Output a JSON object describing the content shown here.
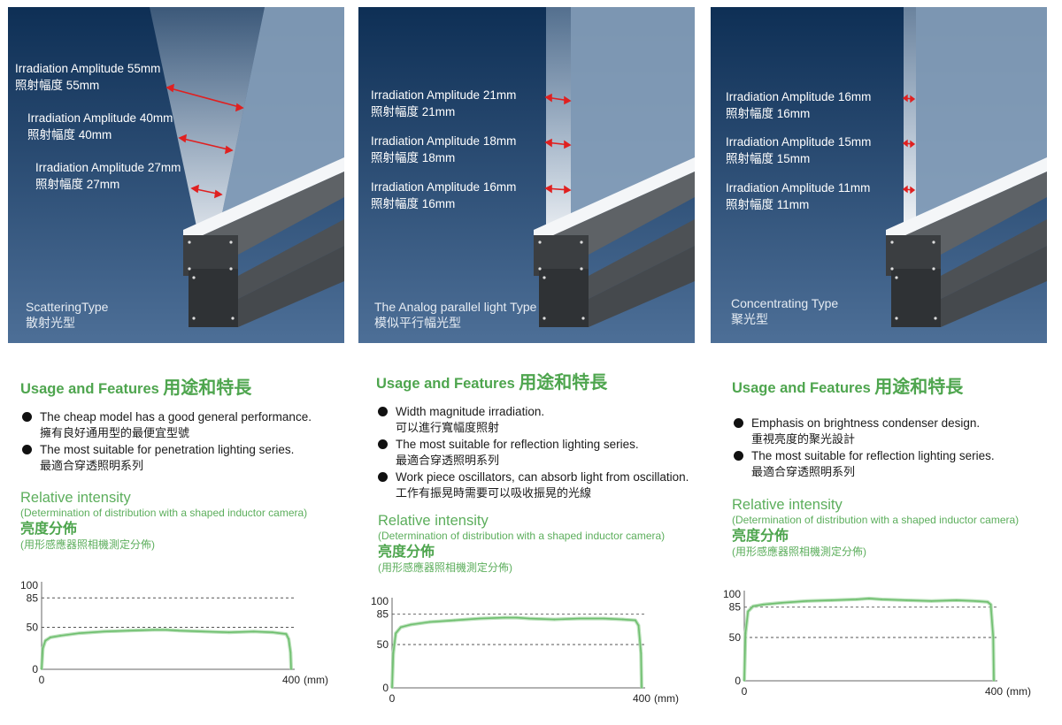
{
  "panels": [
    {
      "type_en": "ScatteringType",
      "type_zh": "散射光型",
      "amplitudes": [
        {
          "en": "Irradiation Amplitude 55mm",
          "zh": "照射幅度 55mm"
        },
        {
          "en": "Irradiation Amplitude 40mm",
          "zh": "照射幅度 40mm"
        },
        {
          "en": "Irradiation Amplitude 27mm",
          "zh": "照射幅度 27mm"
        }
      ],
      "usage_en": "Usage and Features",
      "usage_zh": "用途和特長",
      "features": [
        {
          "en": "The cheap model has a good general performance.",
          "zh": "擁有良好通用型的最便宜型號"
        },
        {
          "en": "The most suitable for penetration lighting series.",
          "zh": "最適合穿透照明系列"
        }
      ],
      "ri_title": "Relative intensity",
      "ri_sub": "(Determination of distribution with a shaped inductor camera)",
      "ri_zh": "亮度分佈",
      "ri_zh_sub": "(用形感應器照相機測定分佈)",
      "chart_data": {
        "type": "line",
        "x": [
          0,
          2,
          6,
          14,
          30,
          60,
          100,
          140,
          180,
          200,
          220,
          260,
          300,
          340,
          370,
          392,
          396,
          399,
          400
        ],
        "y": [
          0,
          25,
          34,
          38,
          40,
          43,
          45,
          46,
          47,
          47,
          46,
          45,
          44,
          45,
          44,
          42,
          36,
          20,
          0
        ],
        "xlim": [
          0,
          400
        ],
        "ylim": [
          0,
          100
        ],
        "yticks": [
          "100",
          "85",
          "50",
          "0"
        ],
        "xtick_start": "0",
        "xtick_end": "400",
        "xunit": "(mm)",
        "ref_lines": [
          85,
          50
        ],
        "colors": {
          "line": "#6fbf6f",
          "ref": "#555555"
        }
      }
    },
    {
      "type_en": "The Analog parallel light Type",
      "type_zh": "模似平行幅光型",
      "amplitudes": [
        {
          "en": "Irradiation Amplitude 21mm",
          "zh": "照射幅度 21mm"
        },
        {
          "en": "Irradiation Amplitude 18mm",
          "zh": "照射幅度 18mm"
        },
        {
          "en": "Irradiation Amplitude 16mm",
          "zh": "照射幅度 16mm"
        }
      ],
      "usage_en": "Usage and Features",
      "usage_zh": "用途和特長",
      "features": [
        {
          "en": "Width magnitude irradiation.",
          "zh": "可以進行寬幅度照射"
        },
        {
          "en": "The most suitable for reflection lighting series.",
          "zh": "最適合穿透照明系列"
        },
        {
          "en": "Work piece oscillators, can absorb light from oscillation.",
          "zh": "工作有振晃時需要可以吸收振晃的光線"
        }
      ],
      "ri_title": "Relative intensity",
      "ri_sub": "(Determination of distribution with a shaped inductor camera)",
      "ri_zh": "亮度分佈",
      "ri_zh_sub": "(用形感應器照相機測定分佈)",
      "chart_data": {
        "type": "line",
        "x": [
          0,
          2,
          6,
          14,
          30,
          60,
          100,
          140,
          180,
          200,
          220,
          260,
          300,
          340,
          370,
          390,
          395,
          399,
          400
        ],
        "y": [
          0,
          40,
          63,
          70,
          73,
          76,
          78,
          80,
          81,
          81,
          80,
          79,
          80,
          80,
          79,
          78,
          72,
          40,
          0
        ],
        "xlim": [
          0,
          400
        ],
        "ylim": [
          0,
          100
        ],
        "yticks": [
          "100",
          "85",
          "50",
          "0"
        ],
        "xtick_start": "0",
        "xtick_end": "400",
        "xunit": "(mm)",
        "ref_lines": [
          85,
          50
        ],
        "colors": {
          "line": "#6fbf6f",
          "ref": "#555555"
        }
      }
    },
    {
      "type_en": "Concentrating Type",
      "type_zh": "聚光型",
      "amplitudes": [
        {
          "en": "Irradiation Amplitude 16mm",
          "zh": "照射幅度 16mm"
        },
        {
          "en": "Irradiation Amplitude 15mm",
          "zh": "照射幅度 15mm"
        },
        {
          "en": "Irradiation Amplitude 11mm",
          "zh": "照射幅度 11mm"
        }
      ],
      "usage_en": "Usage and Features",
      "usage_zh": "用途和特長",
      "features": [
        {
          "en": "Emphasis on brightness condenser design.",
          "zh": "重視亮度的聚光設計"
        },
        {
          "en": "The most suitable for reflection lighting series.",
          "zh": "最適合穿透照明系列"
        }
      ],
      "ri_title": "Relative intensity",
      "ri_sub": "(Determination of distribution with a shaped inductor camera)",
      "ri_zh": "亮度分佈",
      "ri_zh_sub": "(用形感應器照相機測定分佈)",
      "chart_data": {
        "type": "line",
        "x": [
          0,
          2,
          6,
          14,
          30,
          60,
          100,
          140,
          180,
          200,
          220,
          260,
          300,
          340,
          370,
          390,
          395,
          399,
          400
        ],
        "y": [
          0,
          55,
          80,
          86,
          88,
          90,
          92,
          93,
          94,
          95,
          94,
          93,
          92,
          93,
          92,
          91,
          88,
          50,
          0
        ],
        "xlim": [
          0,
          400
        ],
        "ylim": [
          0,
          100
        ],
        "yticks": [
          "100",
          "85",
          "50",
          "0"
        ],
        "xtick_start": "0",
        "xtick_end": "400",
        "xunit": "(mm)",
        "ref_lines": [
          85,
          50
        ],
        "colors": {
          "line": "#6fbf6f",
          "ref": "#555555"
        }
      }
    }
  ]
}
